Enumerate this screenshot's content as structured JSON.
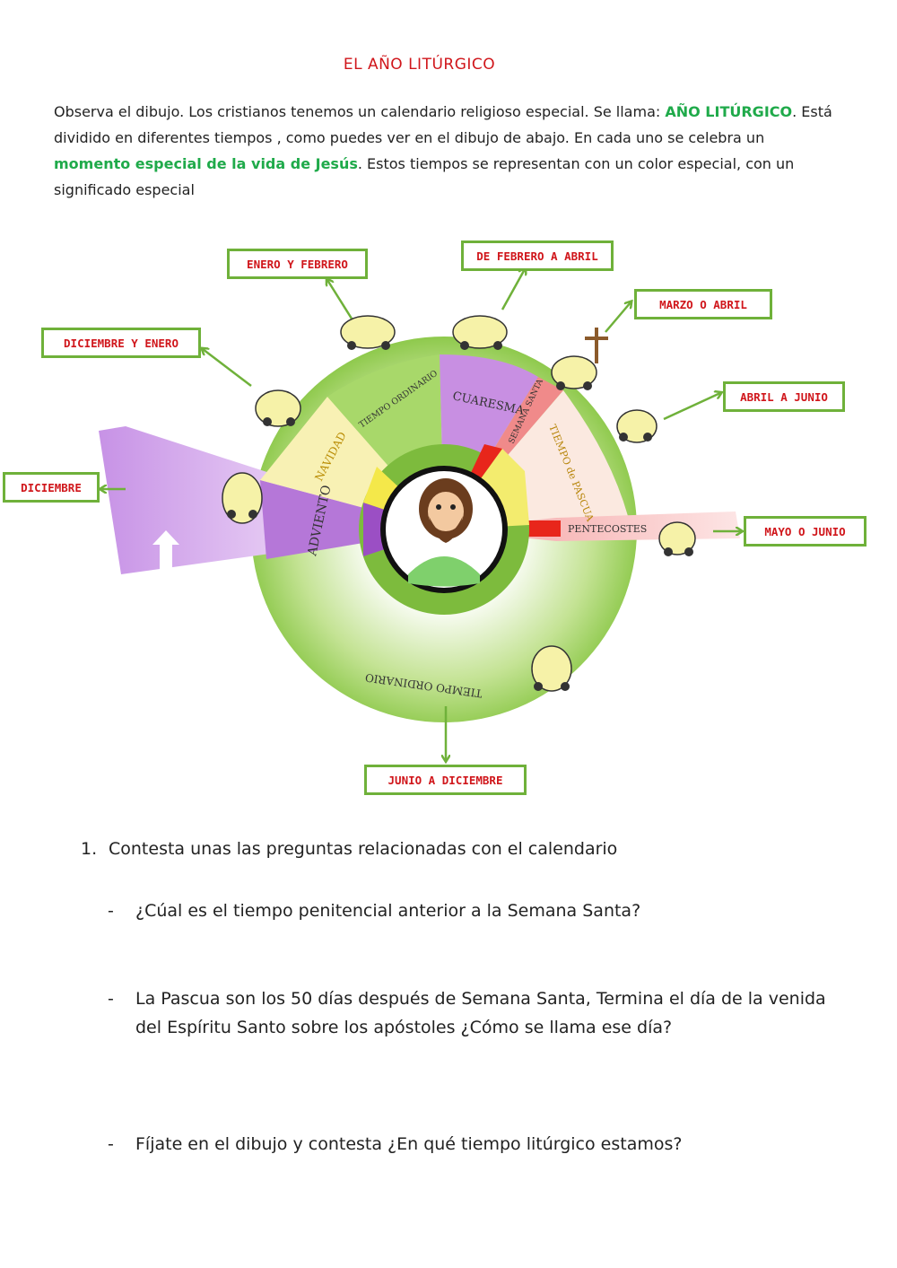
{
  "title": "EL AÑO LITÚRGICO",
  "intro": {
    "p1": "Observa el dibujo. Los cristianos tenemos un calendario religioso especial. Se llama: ",
    "highlight1": "AÑO LITÚRGICO",
    "p2": ".  Está dividido en diferentes tiempos , como puedes ver en el dibujo de abajo. En cada uno se celebra un ",
    "highlight2": "momento especial de la vida de Jesús",
    "p3": ". Estos tiempos se representan con un color especial, con un significado especial"
  },
  "wheel": {
    "segments": {
      "adviento": "ADVIENTO",
      "navidad": "NAVIDAD",
      "ordinario1": "TIEMPO ORDINARIO",
      "cuaresma": "CUARESMA",
      "semana_santa": "SEMANA SANTA",
      "pascua": "TIEMPO de PASCUA",
      "pentecostes": "PENTECOSTES",
      "ordinario2": "TIEMPO ORDINARIO"
    },
    "colors": {
      "purple": "#b57ad6",
      "green": "#9bcf5a",
      "yellow": "#f5ee9a",
      "red": "#e8261b",
      "pink": "#f5a9a9"
    }
  },
  "labels": {
    "enero_febrero": "ENERO Y FEBRERO",
    "febrero_abril": "DE FEBRERO A ABRIL",
    "marzo_abril": "MARZO O ABRIL",
    "diciembre_enero": "DICIEMBRE Y ENERO",
    "abril_junio": "ABRIL A JUNIO",
    "diciembre": "DICIEMBRE",
    "mayo_junio": "MAYO O JUNIO",
    "junio_diciembre": "JUNIO A DICIEMBRE"
  },
  "questions": {
    "main_number": "1.",
    "main_text": "Contesta unas las preguntas relacionadas con el calendario",
    "dash": "-",
    "items": [
      "¿Cúal es el tiempo penitencial anterior a la Semana Santa?",
      "La Pascua son los 50 días después de Semana Santa, Termina el día de la venida del Espíritu Santo sobre los apóstoles ¿Cómo se llama ese día?",
      "Fíjate en el dibujo y contesta  ¿En qué tiempo litúrgico estamos?"
    ]
  }
}
